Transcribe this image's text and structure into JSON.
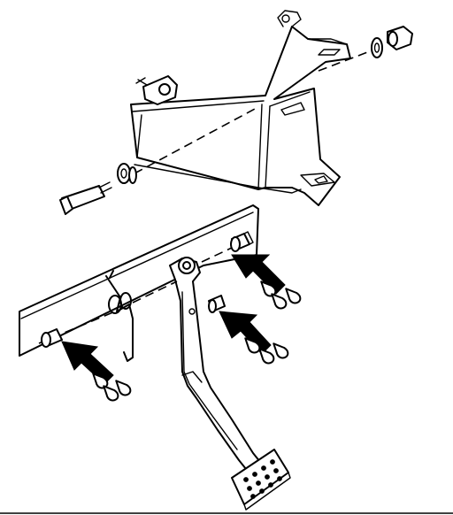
{
  "figure": {
    "subject": "brake-pedal-assembly",
    "colors": {
      "line": "#000000",
      "background": "#ffffff"
    },
    "callouts": [
      {
        "id": "upper-bushing",
        "icon": "arrow-with-grease-drops-icon"
      },
      {
        "id": "pivot-bushing",
        "icon": "arrow-with-grease-drops-icon"
      },
      {
        "id": "left-bushing",
        "icon": "arrow-with-grease-drops-icon"
      }
    ]
  }
}
